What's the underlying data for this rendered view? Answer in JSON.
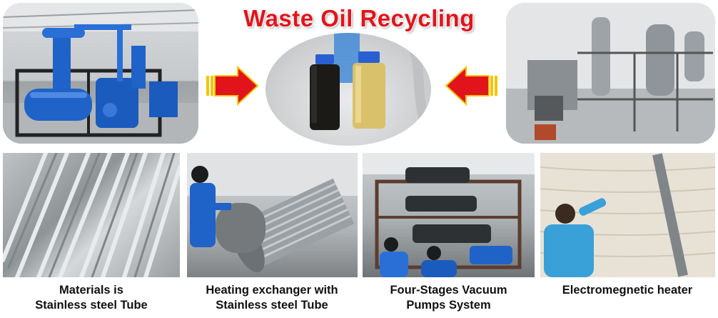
{
  "title": "Waste Oil Recycling",
  "colors": {
    "title_red": "#e2141b",
    "arrow_red": "#e2141b",
    "arrow_yellow": "#f5c400",
    "equipment_blue": "#1f63c8",
    "oil_dark": "#1b1a17",
    "oil_light": "#d9c06a"
  },
  "top_images": [
    {
      "name": "blue-recycling-machine-photo"
    },
    {
      "name": "oil-sample-bottles-photo"
    },
    {
      "name": "grey-distillation-plant-photo"
    }
  ],
  "bottom_images": [
    {
      "name": "stainless-tubes-photo",
      "caption_line1": "Materials is",
      "caption_line2": "Stainless steel Tube"
    },
    {
      "name": "heat-exchanger-photo",
      "caption_line1": "Heating exchanger with",
      "caption_line2": "Stainless steel Tube"
    },
    {
      "name": "vacuum-pumps-photo",
      "caption_line1": "Four-Stages Vacuum",
      "caption_line2": "Pumps System"
    },
    {
      "name": "electromagnetic-heater-photo",
      "caption_line1": "Electromegnetic heater",
      "caption_line2": ""
    }
  ]
}
